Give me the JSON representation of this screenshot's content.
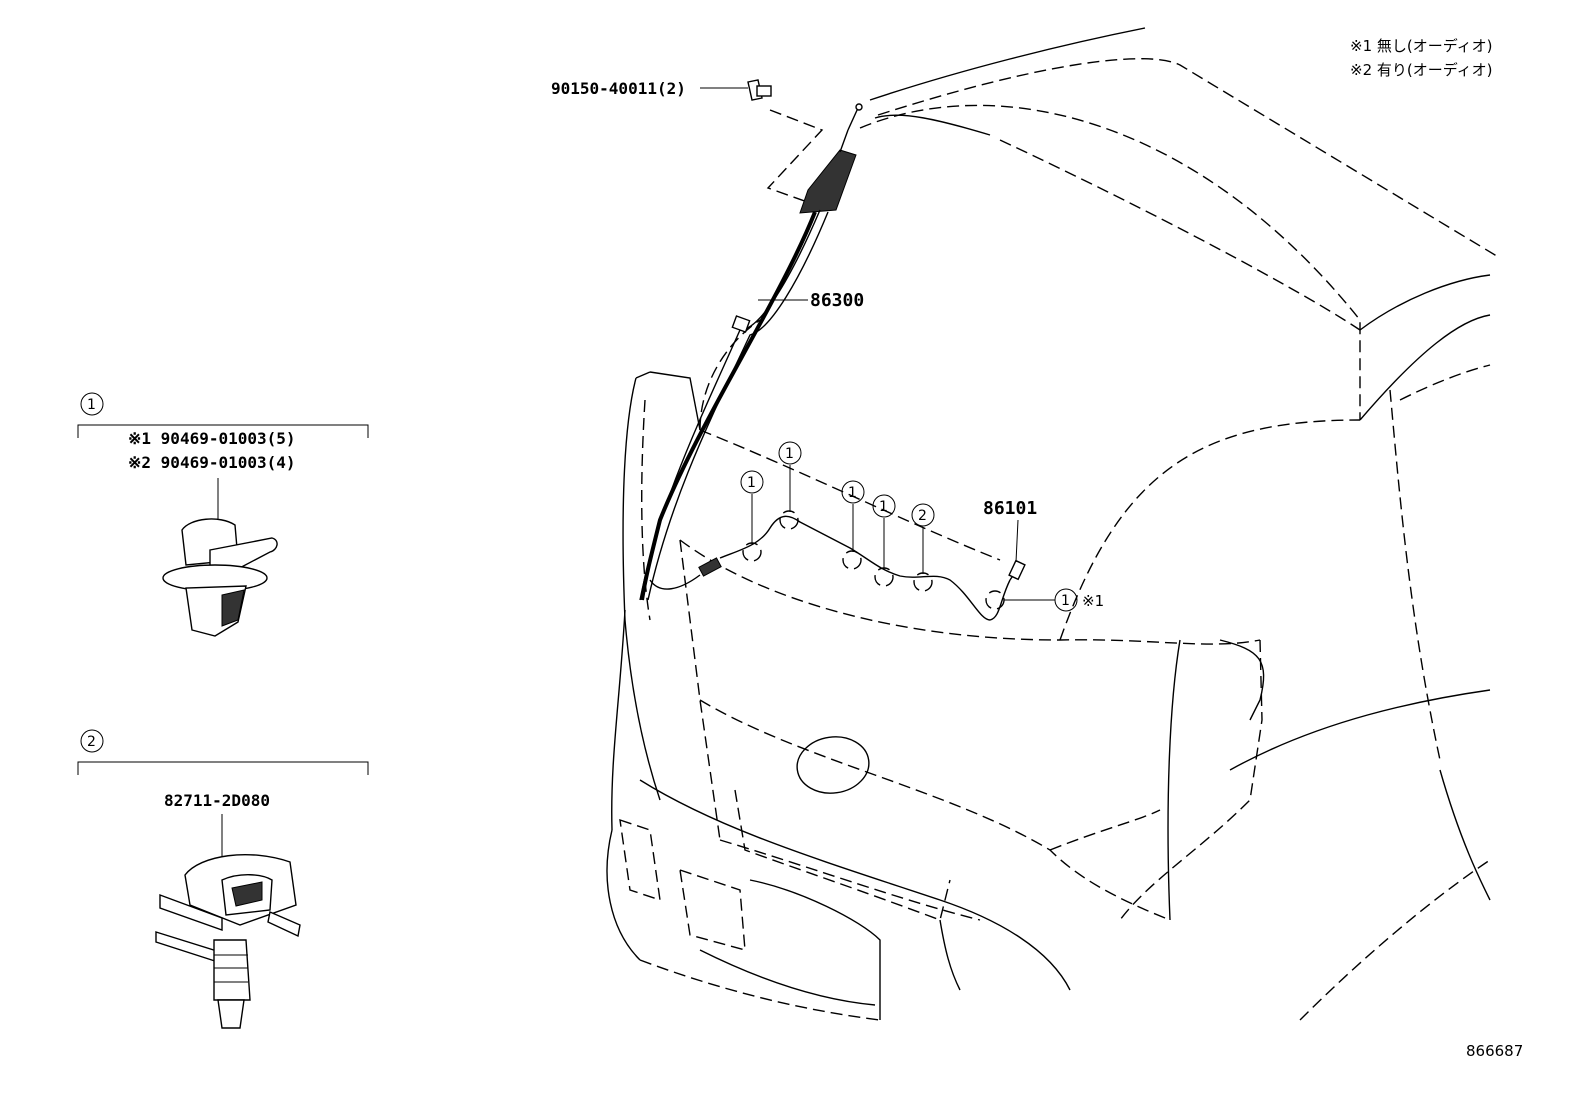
{
  "notes": {
    "note1": "※1 無し(オーディオ)",
    "note2": "※2 有り(オーディオ)"
  },
  "labels": {
    "bolt": "90150-40011(2)",
    "antenna": "86300",
    "cable": "86101",
    "callout_mark": "※1"
  },
  "clip_numbers": {
    "one": "1",
    "two": "2"
  },
  "detail_1": {
    "number": "1",
    "line1": "※1 90469-01003(5)",
    "line2": "※2 90469-01003(4)"
  },
  "detail_2": {
    "number": "2",
    "part": "82711-2D080"
  },
  "reference": "866687"
}
